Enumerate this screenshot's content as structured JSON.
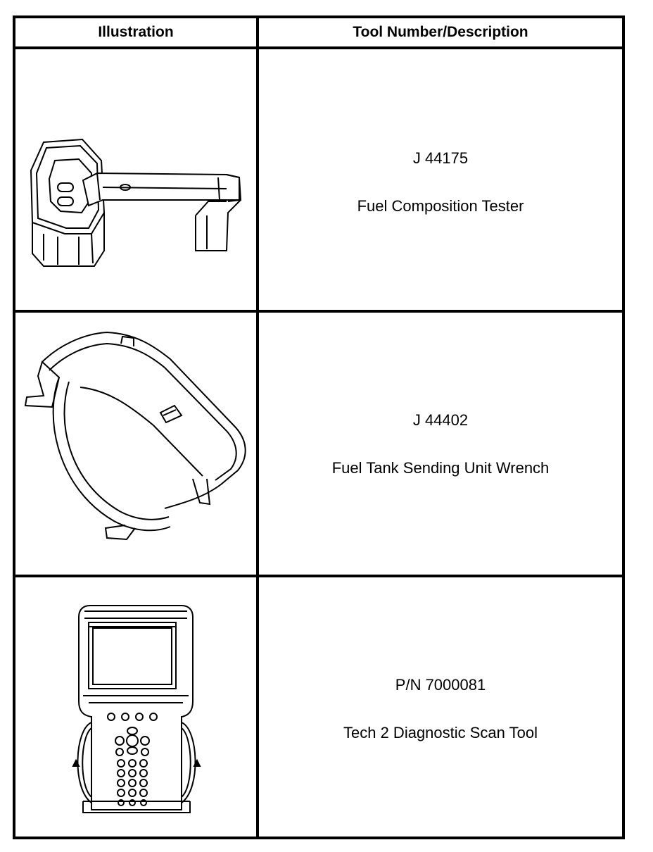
{
  "table": {
    "headers": {
      "illustration": "Illustration",
      "description": "Tool Number/Description"
    },
    "rows": [
      {
        "tool_number": "J 44175",
        "description": "Fuel Composition Tester",
        "illustration_icon": "fuel-composition-tester-icon"
      },
      {
        "tool_number": "J 44402",
        "description": "Fuel Tank Sending Unit Wrench",
        "illustration_icon": "sending-unit-wrench-icon"
      },
      {
        "tool_number": "P/N 7000081",
        "description": "Tech 2 Diagnostic Scan Tool",
        "illustration_icon": "scan-tool-icon"
      }
    ]
  }
}
